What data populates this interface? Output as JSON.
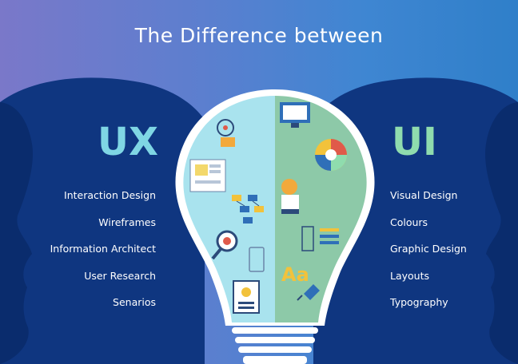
{
  "title": "The Difference between",
  "ux": {
    "heading": "UX",
    "items": [
      "Interaction Design",
      "Wireframes",
      "Information Architect",
      "User Research",
      "Senarios"
    ],
    "color": "#7fd6e4"
  },
  "ui": {
    "heading": "UI",
    "items": [
      "Visual Design",
      "Colours",
      "Graphic Design",
      "Layouts",
      "Typography"
    ],
    "color": "#8fdcae"
  },
  "bulb": {
    "left_color": "#a9e3ee",
    "right_color": "#8dc9a8",
    "left_icons": [
      "gear-icon",
      "wireframe-icon",
      "flowchart-icon",
      "magnifier-icon",
      "document-icon",
      "mobile-icon"
    ],
    "right_icons": [
      "monitor-icon",
      "color-wheel-icon",
      "designer-icon",
      "chart-icon",
      "typography-icon",
      "pen-icon"
    ],
    "aa_text": "Aa"
  }
}
